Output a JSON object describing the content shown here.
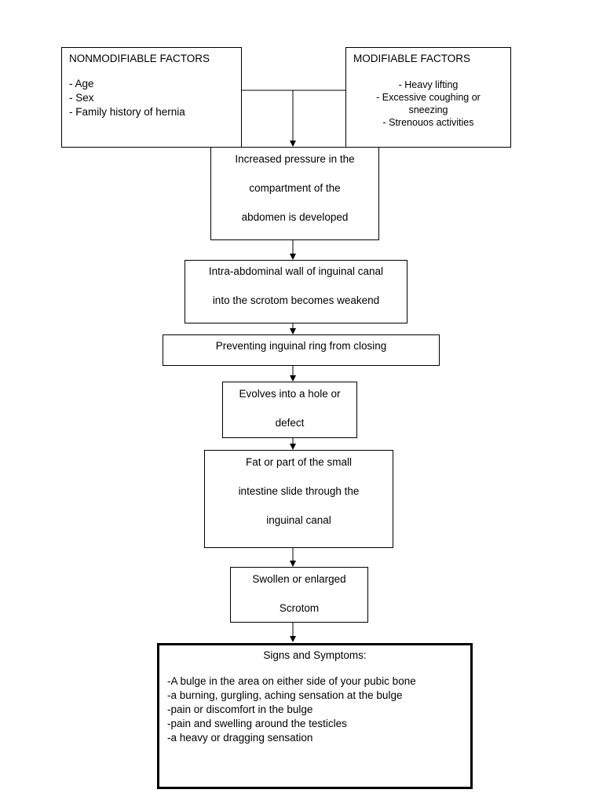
{
  "nonmodifiable": {
    "title": "NONMODIFIABLE FACTORS",
    "items": [
      "- Age",
      "- Sex",
      "- Family history of hernia"
    ]
  },
  "modifiable": {
    "title": "MODIFIABLE FACTORS",
    "items": [
      "- Heavy lifting",
      "- Excessive coughing or",
      "sneezing",
      "- Strenouos activities"
    ]
  },
  "steps": {
    "pressure": [
      "Increased pressure in the",
      "compartment of the",
      "abdomen is developed"
    ],
    "wall": [
      "Intra-abdominal wall of inguinal canal",
      "into the scrotom becomes weakend"
    ],
    "ring": [
      "Preventing inguinal ring from closing"
    ],
    "hole": [
      "Evolves into a hole or",
      "defect"
    ],
    "fat": [
      "Fat or part of the small",
      "intestine slide through the",
      "inguinal canal"
    ],
    "swollen": [
      "Swollen  or enlarged",
      "Scrotom"
    ]
  },
  "signs": {
    "title": "Signs and Symptoms:",
    "items": [
      "-A bulge in the area on either side of your pubic bone",
      "-a burning, gurgling, aching sensation at the bulge",
      "-pain or discomfort in the bulge",
      "-pain and swelling around the testicles",
      "-a heavy or dragging sensation"
    ]
  }
}
